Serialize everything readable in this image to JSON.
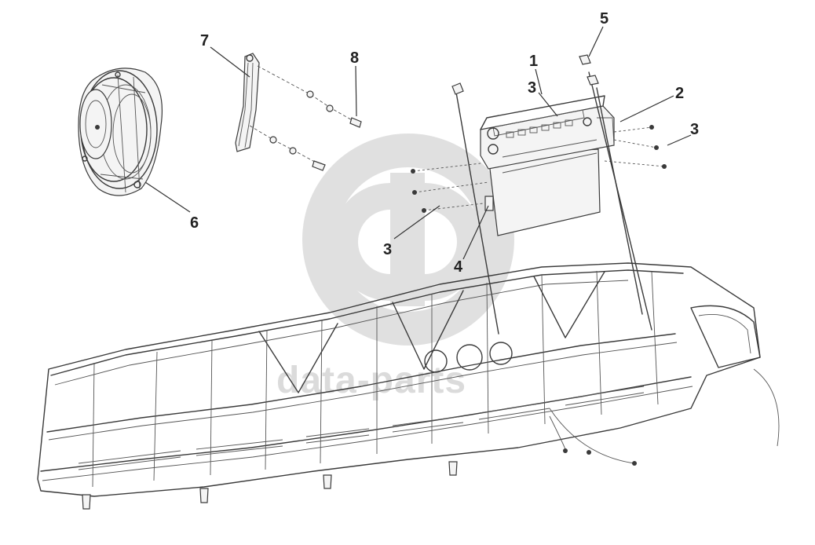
{
  "callouts": [
    {
      "id": "1",
      "label": "1"
    },
    {
      "id": "2",
      "label": "2"
    },
    {
      "id": "3a",
      "label": "3"
    },
    {
      "id": "3b",
      "label": "3"
    },
    {
      "id": "3c",
      "label": "3"
    },
    {
      "id": "4",
      "label": "4"
    },
    {
      "id": "5",
      "label": "5"
    },
    {
      "id": "6",
      "label": "6"
    },
    {
      "id": "7",
      "label": "7"
    },
    {
      "id": "8",
      "label": "8"
    }
  ],
  "watermark": {
    "text": "data-parts",
    "color": "#c8c8c8"
  },
  "colors": {
    "line": "#3a3a3a",
    "background": "#ffffff"
  }
}
